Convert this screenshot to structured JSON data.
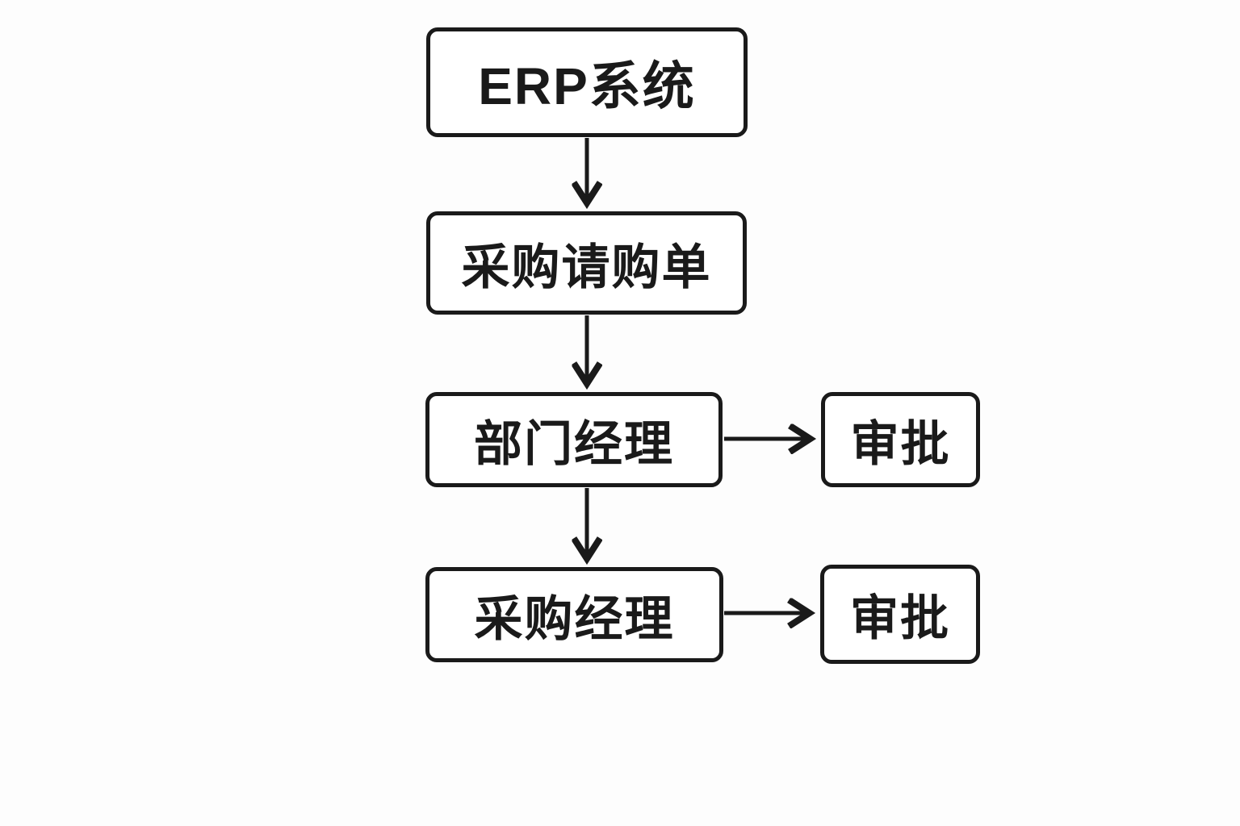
{
  "diagram": {
    "type": "flowchart",
    "nodes": [
      {
        "id": "erp-system",
        "label": "ERP系统"
      },
      {
        "id": "purchase-requisition",
        "label": "采购请购单"
      },
      {
        "id": "dept-manager",
        "label": "部门经理"
      },
      {
        "id": "dept-approval",
        "label": "审批"
      },
      {
        "id": "purchase-manager",
        "label": "采购经理"
      },
      {
        "id": "purchase-approval",
        "label": "审批"
      }
    ],
    "edges": [
      {
        "from": "erp-system",
        "to": "purchase-requisition",
        "direction": "down"
      },
      {
        "from": "purchase-requisition",
        "to": "dept-manager",
        "direction": "down"
      },
      {
        "from": "dept-manager",
        "to": "dept-approval",
        "direction": "right"
      },
      {
        "from": "dept-manager",
        "to": "purchase-manager",
        "direction": "down"
      },
      {
        "from": "purchase-manager",
        "to": "purchase-approval",
        "direction": "right"
      }
    ],
    "colors": {
      "stroke": "#1a1a1a",
      "node_fill": "#ffffff",
      "background": "#fdfdfd",
      "text": "#1a1a1a"
    }
  }
}
